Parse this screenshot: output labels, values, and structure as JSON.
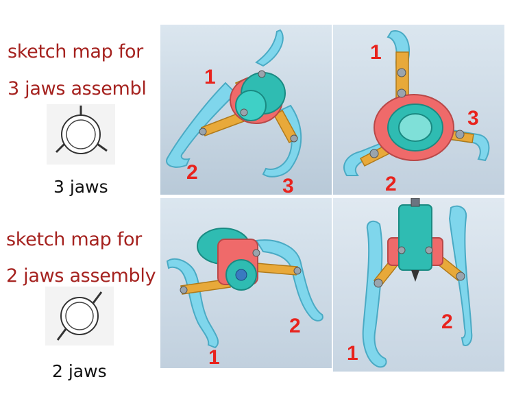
{
  "sections": [
    {
      "caption_line1": "sketch map for",
      "caption_line2": "3 jaws assembl",
      "jaws_label": "3 jaws",
      "left_image_numbers": [
        "1",
        "2",
        "3"
      ],
      "right_image_numbers": [
        "1",
        "2",
        "3"
      ]
    },
    {
      "caption_line1": "sketch map for",
      "caption_line2": "2 jaws assembly",
      "jaws_label": "2 jaws",
      "left_image_numbers": [
        "1",
        "2"
      ],
      "right_image_numbers": [
        "1",
        "2"
      ]
    }
  ],
  "colors": {
    "caption": "#a5221f",
    "number": "#e8231d",
    "jaw": "#7fd6ec",
    "collar": "#ef6a6a",
    "screw": "#2fbcb2",
    "link": "#e8a93a",
    "panel_bg": "#c9d8e6"
  }
}
